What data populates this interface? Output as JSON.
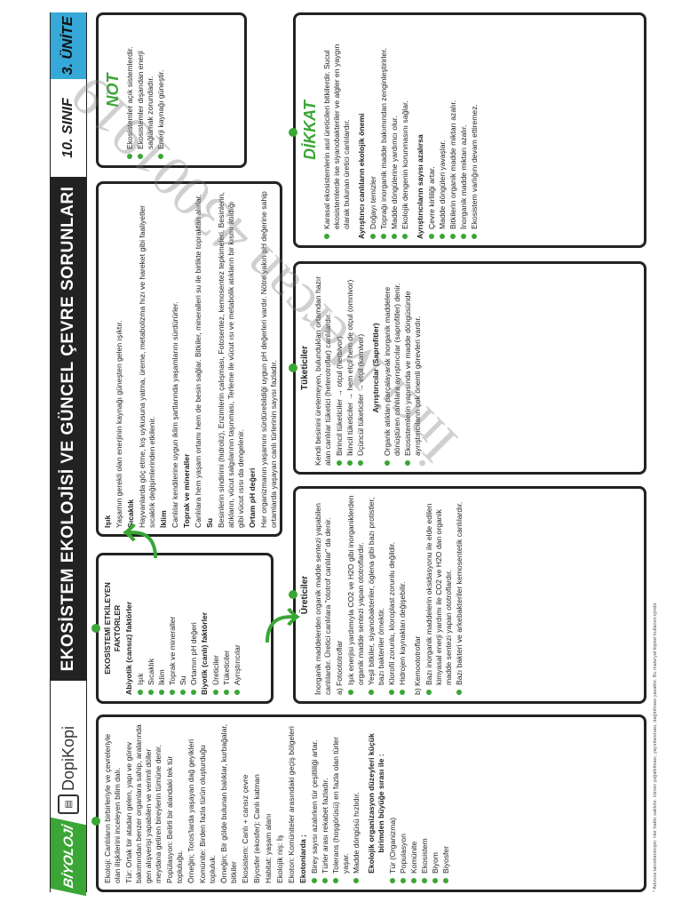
{
  "header": {
    "subject": "BİYOLOJİ",
    "brand": "DopiKopi",
    "title": "EKOSİSTEM EKOLOJİSİ VE GÜNCEL ÇEVRE SORUNLARI",
    "class_label": "10. SINIF",
    "unit_label": "3. ÜNİTE"
  },
  "col1": [
    "Ekoloji: Canlıların birbirleriyle ve çevreleriyle olan ilişkilerini inceleyen bilim dalı.",
    "Tür: Ortak bir atadan gelen, yapı ve görev bakımından benzer organlara sahip, aralarında gen alışverişi yapabilen ve verimli döller meydana getiren bireylerin tümüne denir.",
    "Popülasyon: Belirli bir alandaki tek tür topluluğu.",
    "Örneğin; Toros'larda yaşayan dağ geyikleri",
    "Komünite: Birden fazla türün oluşturduğu topluluk.",
    "Örneğin; Bir gölde bulunan balıklar, kurbağalar, bitkiler",
    "Ekosistem: Canlı + cansız çevre",
    "Biyosfer (ekosfer): Canlı katman",
    "Habitat: yaşam alanı",
    "Ekolojik niş: İş",
    "Ekoton: Komüniteler arasındaki geçiş bölgeleri",
    "Ekotonlarda ;",
    "Birey sayısı azalırken tür çeşitliliği artar.",
    "Türler arası rekabet fazladır.",
    "Tolerans (hoşgörüsü) en fazla olan türler yaşar.",
    "Madde döngüsü hızlıdır."
  ],
  "levels_title": "Ekolojik organizasyon düzeyleri küçük birimden büyüğe sırası ile :",
  "levels": [
    "Tür (Organizma)",
    "Populasyon",
    "Komünite",
    "Ekosistem",
    "Biyom",
    "Biyosfer"
  ],
  "factors": {
    "title": "EKOSİSTEMİ ETKİLEYEN FAKTÖRLER",
    "abiotic_title": "Abiyotik (cansız) faktörler",
    "abiotic": [
      "Işık",
      "Sıcaklık",
      "İklim",
      "Toprak ve mineraller",
      "Su",
      "Ortamın pH değeri"
    ],
    "biotic_title": "Biyotik (canlı) faktörler",
    "biotic": [
      "Üreticiler",
      "Tüketiciler",
      "Ayrıştırıcılar"
    ]
  },
  "abiotic_detail": [
    "Işık",
    "Yaşamın gerekli olan enerjinin kaynağı güneşten gelen ışıktır.",
    "Sıcaklık",
    "Hayvanlarda göç etme, kış uykusuna yatma, üreme, metabolizma hızı ve hareket gibi faaliyetler sıcaklık değişimlerinden etkilenir.",
    "İklim",
    "Canlılar kendilerine uygun iklim şartlarında yaşamlarını sürdürürler.",
    "Toprak ve mineraller",
    "Canlılara hem yaşam ortamı hem de besin sağlar. Bitkiler, mineralleri su ile birlikte topraktan alırlar.",
    "Su",
    "Besinlerin sindirimi (hidroliz), Enzimlerin çalışması, Fotosentez, kemosentez tepkimeleri, Besinlerin, atıkların, vücut salgılarının taşınması, Terleme ile vücut ısı ve metabolik atıkların bir kısmı atıldığı gibi vücut ısısı da dengelenir.",
    "Ortam pH değeri",
    "Her organizmanın yaşamını sürdürebildiği uygun pH değerleri vardır. Nötre yakın pH değerine sahip ortamlarda yaşayan canlı türlerinin sayısı fazladır."
  ],
  "producers": {
    "title": "Üreticiler",
    "intro": "İnorganik maddelerden organik madde sentezi yapabilen canlılardır. Üretici canlılara \"ototrof canlılar\" da denir.",
    "photo_title": "a) Fotoototroflar",
    "photo": [
      "Işık enerjisi yardımıyla CO2 ve H2O gibi inorganiklerden organik madde sentezi yapan ototroflardır.",
      "Yeşil bitkiler, siyanobakteriler, öglena gibi bazı protistler, bazı bakteriler örnektir.",
      "Klorofil zorunlu, kloroplast zorunlu değildir.",
      "Hidrojen kaynakları değişebilir."
    ],
    "chemo_title": "b) Kemoototroflar",
    "chemo": [
      "Bazı inorganik maddelerin oksidasyonu ile elde edilen kimyasal enerji yardımı ile CO2 ve H2O dan organik madde sentezi yapan ototroflardır.",
      "Bazı bakteri ve arkebakteriler kemosentetik canlılardır."
    ]
  },
  "consumers": {
    "title": "Tüketiciler",
    "intro": "Kendi besinini üretemeyen, bulundukları ortamdan hazır alan canlılar tüketici (heterotroflar) canlılardır.",
    "list": [
      "Birincil tüketiciler → otçul (herbivor)",
      "İkincil tüketiciler → hem etçil hem de otçul (omnivor)",
      "Üçüncül tüketiciler → etçil (karnivor)"
    ],
    "decomp_title": "Ayrıştırıcılar (Saprofitler)",
    "decomp": [
      "Organik atıkları parçalayarak inorganik maddelere dönüştüren canlılara ayrıştırıcılar (saprofitler) denir.",
      "Ekosistemlerin yapısında ve madde döngüsünde ayrıştırıcıların çok önemli görevleri vardır."
    ]
  },
  "note": {
    "badge": "NOT",
    "items": [
      "Ekosistemler açık sistemlerdir.",
      "Ekosistemler dışarıdan enerji sağlamak zorundadır.",
      "Enerji kaynağı güneştir."
    ]
  },
  "dikkat": {
    "badge": "DİKKAT",
    "intro": "Karasal ekosistemlerin asıl üreticileri bitkilerdir. Sucul ekosistemlerde ise siyanobakteriler ve algler en yaygın olarak bulunan üretici canlılardır.",
    "imp_title": "Ayrıştırıcı canlıların ekolojik önemi",
    "imp": [
      "Doğayı temizler",
      "Toprağı inorganik madde bakımından zenginleştirirler.",
      "Madde döngülerine yardımcı olur.",
      "Ekolojik dengenin korunmasını sağlar."
    ],
    "drop_title": "Ayrıştırıcıların sayısı azalırsa",
    "drop": [
      "Çevre kirliliği artar.",
      "Madde döngüleri yavaşlar.",
      "Bitkilerin organik madde miktarı azalır.",
      "İnorganik madde miktarı azalır.",
      "Ekosistem varlığını devam ettiremez."
    ]
  },
  "watermark": "İnci Mercan 43001919",
  "footer": "* Adınıza tanımlanmıştır. Her hakkı saklıdır. İzinsiz çoğaltılması, yayınlanması, dağıtılması yasaktır. Bu materyal kişisel kullanım içindir."
}
